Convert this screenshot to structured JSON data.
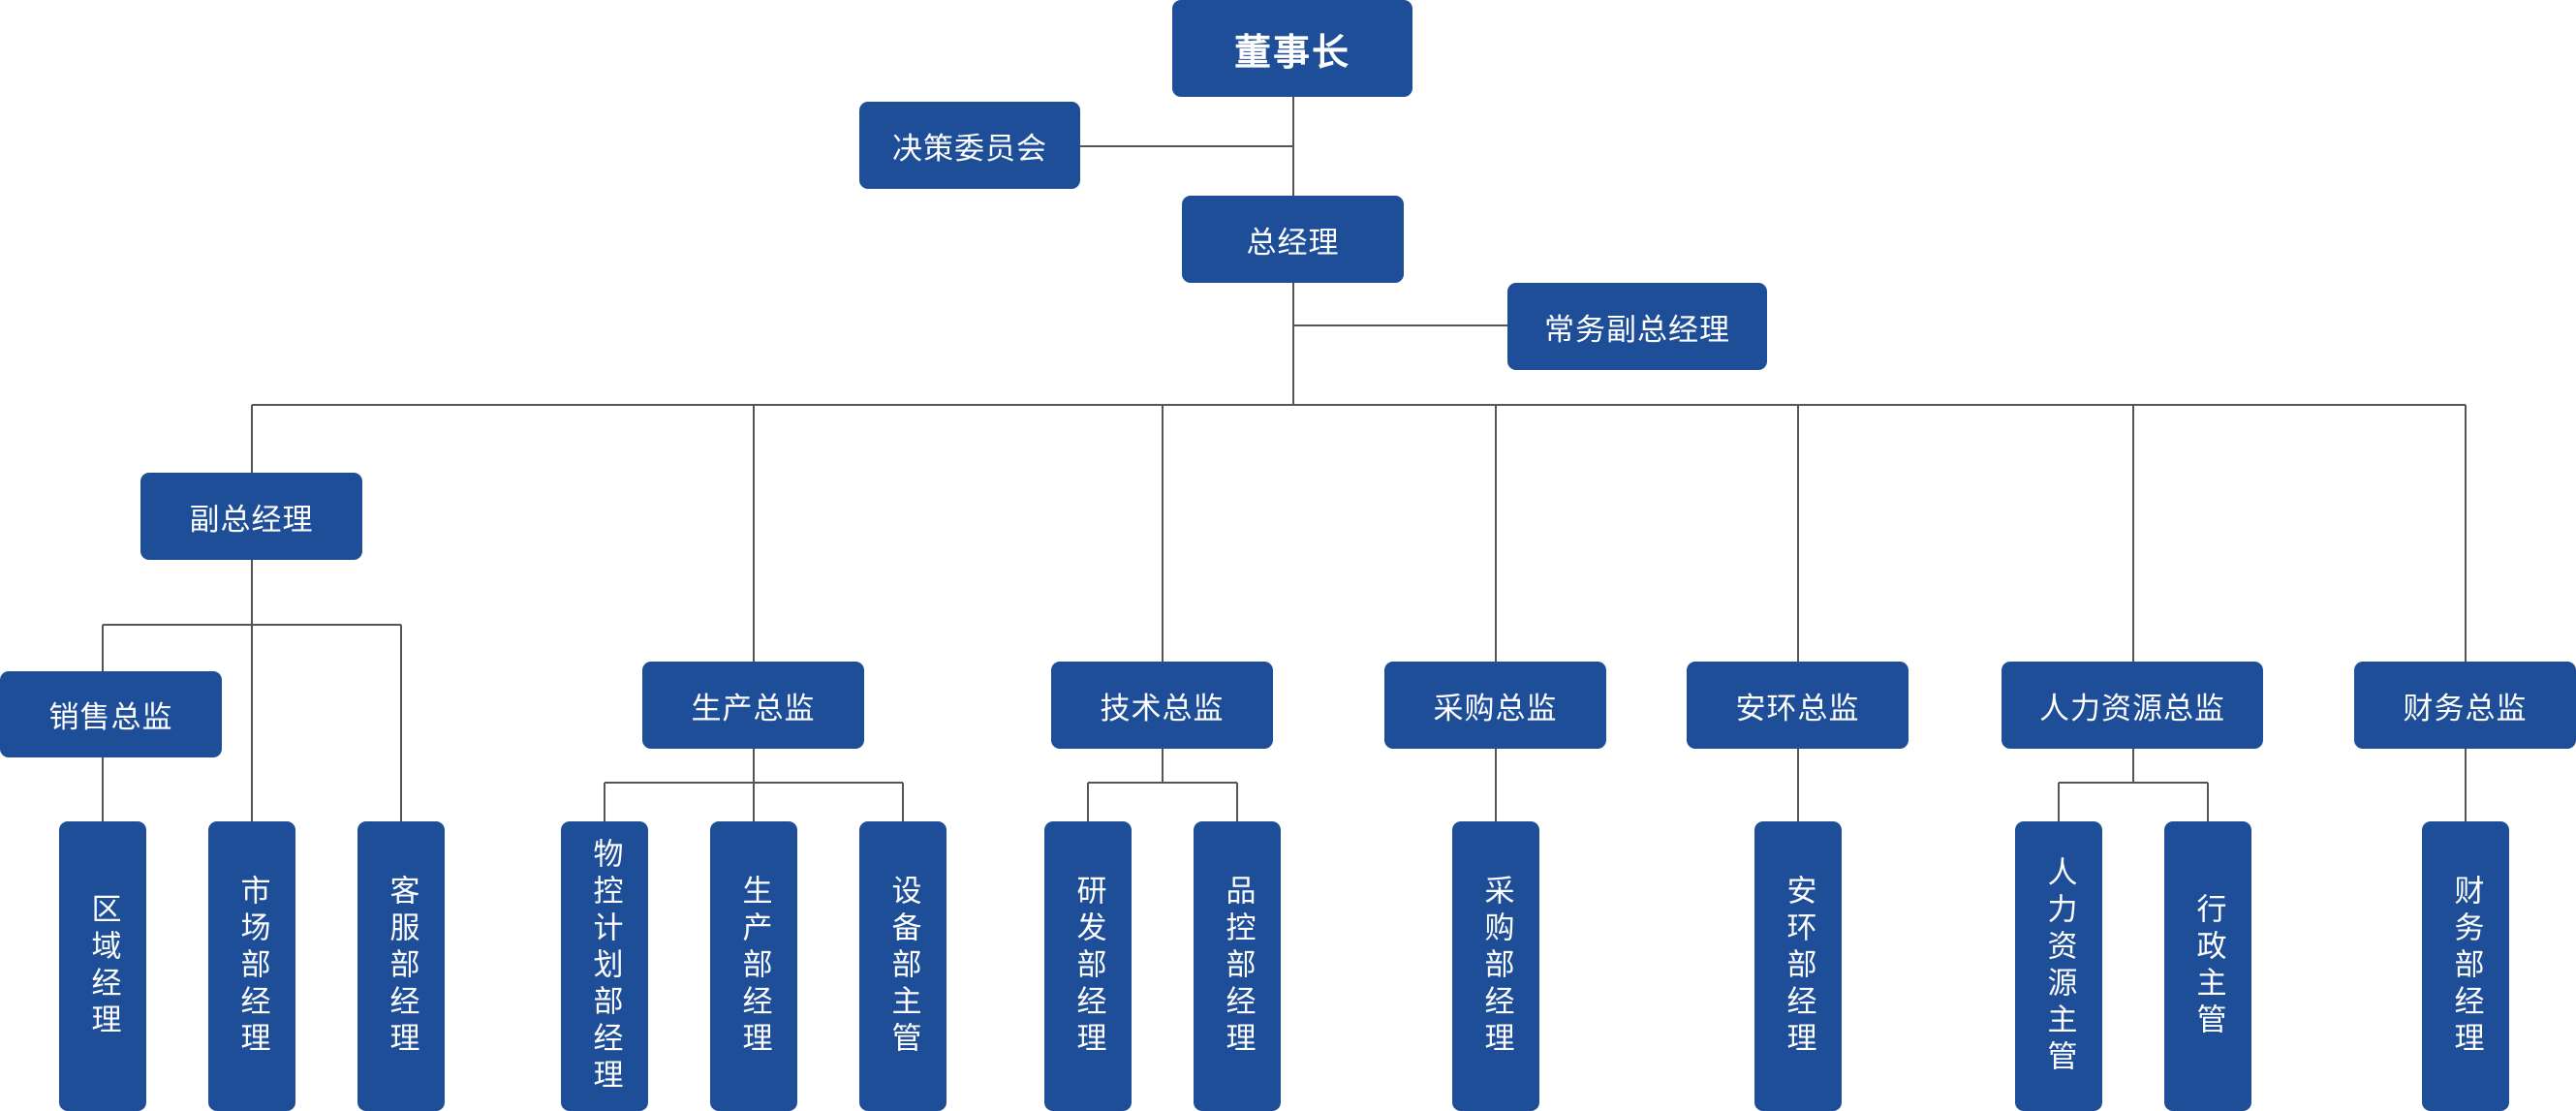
{
  "chart": {
    "chairman": "董事长",
    "decision_committee": "决策委员会",
    "general_manager": "总经理",
    "executive_vp": "常务副总经理",
    "deputy_gm": "副总经理",
    "sales_director": "销售总监",
    "regional_manager": "区域经理",
    "marketing_manager": "市场部经理",
    "customer_service_manager": "客服部经理",
    "production_director": "生产总监",
    "material_planning_manager": "物控计划部经理",
    "production_manager": "生产部经理",
    "equipment_supervisor": "设备部主管",
    "technical_director": "技术总监",
    "rd_manager": "研发部经理",
    "qc_manager": "品控部经理",
    "purchasing_director": "采购总监",
    "purchasing_manager": "采购部经理",
    "ehs_director": "安环总监",
    "ehs_manager": "安环部经理",
    "hr_director": "人力资源总监",
    "hr_supervisor": "人力资源主管",
    "admin_supervisor": "行政主管",
    "finance_director": "财务总监",
    "finance_manager": "财务部经理"
  },
  "colors": {
    "box_fill": "#1f4e99",
    "text": "#ffffff",
    "connector": "#555555"
  }
}
